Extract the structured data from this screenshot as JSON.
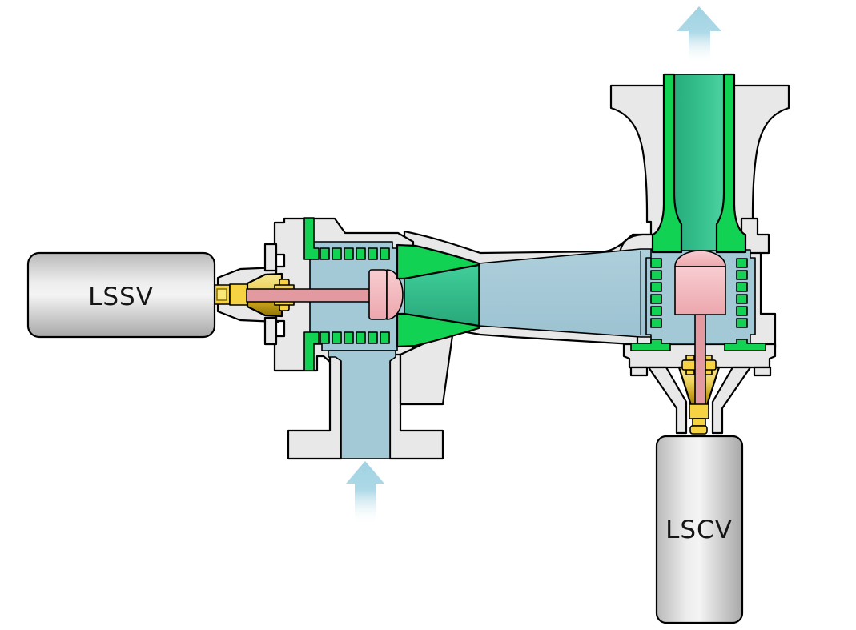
{
  "scene": {
    "description": "Cross-section schematic of a two-valve assembly: LSSV poppet valve feeding a duct into an LSCV poppet valve with vertical outlet",
    "actuators": [
      {
        "id": "lssv",
        "label": "LSSV"
      },
      {
        "id": "lscv",
        "label": "LSCV"
      }
    ],
    "flow": {
      "inlet_direction": "up",
      "outlet_direction": "up"
    },
    "icons": {
      "inlet": "flow-arrow-up-icon",
      "outlet": "flow-arrow-up-icon"
    },
    "colors": {
      "body_gray": "#e8e8e8",
      "fluid_blue": "#a3c8d6",
      "seal_green": "#12d253",
      "nozzle_teal": "#31bd8c",
      "poppet_pink": "#f3b6bb",
      "rod_pink": "#e29aa0",
      "fitting_yellow": "#f6d342",
      "fitting_gold": "#c9a416",
      "arrow_blue": "#a6d3e3",
      "outline": "#000000"
    }
  }
}
